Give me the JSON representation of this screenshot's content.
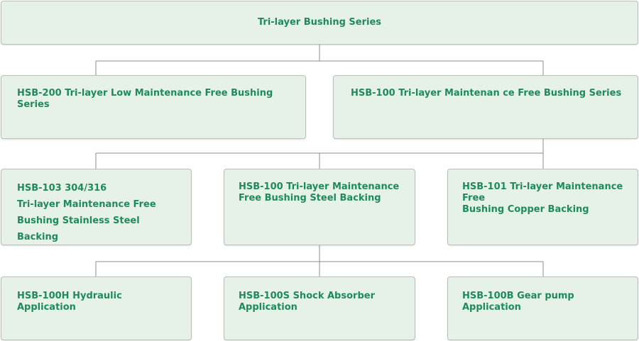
{
  "root": {
    "label": "Tri-layer Bushing Series"
  },
  "level1": {
    "hsb200": {
      "label": "HSB-200 Tri-layer Low Maintenance Free Bushing\nSeries"
    },
    "hsb100_series": {
      "label": "HSB-100 Tri-layer Maintenan ce Free Bushing Series"
    }
  },
  "level2": {
    "hsb103": {
      "label": "HSB-103  304/316\nTri-layer Maintenance Free\nBushing Stainless Steel Backing"
    },
    "hsb100": {
      "label": "HSB-100 Tri-layer Maintenance\nFree Bushing Steel Backing"
    },
    "hsb101": {
      "label": "HSB-101 Tri-layer Maintenance Free\nBushing Copper Backing"
    }
  },
  "level3": {
    "hsb100h": {
      "label": "HSB-100H Hydraulic Application"
    },
    "hsb100s": {
      "label": "HSB-100S Shock Absorber\nApplication"
    },
    "hsb100b": {
      "label": "HSB-100B Gear pump Application"
    }
  },
  "colors": {
    "node_fill": "#e6f1e8",
    "node_border": "#b9bfba",
    "text": "#1f8a5b",
    "connector": "#8e8e8e"
  }
}
